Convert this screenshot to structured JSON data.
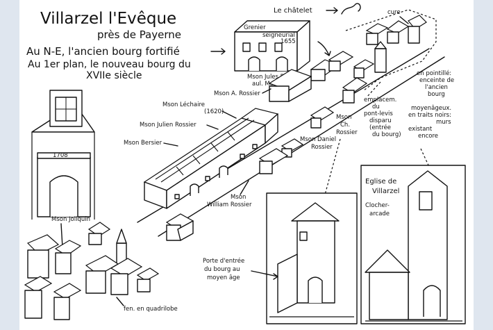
{
  "title": "Villarzel l'Evêque",
  "subtitle": "près de Payerne",
  "intro_line1": "Au N-E, l'ancien bourg fortifié",
  "intro_line2": "Au 1er plan, le nouveau bourg du",
  "intro_line3": "XVIIe siècle",
  "labels": {
    "chatelet": "Le châtelet",
    "cure": "cure",
    "grenier_1": "Grenier",
    "grenier_2": "seigneurial",
    "date_1655": "1655",
    "bize_1": "Mson Jules Bize",
    "bize_2": "aul. Mazt",
    "a_rossier": "Mson A. Rossier",
    "lechaire": "Mson Léchaire",
    "lechaire_date": "(1620)",
    "julien": "Mson Julien Rossier",
    "bersier": "Mson Bersier",
    "ch_rossier_1": "Mson",
    "ch_rossier_2": "Ch.",
    "ch_rossier_3": "Rossier",
    "daniel_1": "Mson Daniel",
    "daniel_2": "Rossier",
    "william_1": "Mson",
    "william_2": "William Rossier",
    "joliquin": "Mson Joliquin",
    "date_1703": "1708",
    "emplacement": [
      "emplacem.",
      "du",
      "pont-levis",
      "disparu",
      "(entrée",
      "du bourg)"
    ],
    "pointille": [
      "en pointillé:",
      "enceinte de",
      "l'ancien",
      "bourg",
      "moyenâgeux.",
      "en traits noirs:",
      "murs",
      "existant",
      "encore"
    ],
    "eglise_1": "Eglise de",
    "eglise_2": "Villarzel",
    "clocher_1": "Clocher-",
    "clocher_2": "arcade",
    "porte_1": "Porte d'entrée",
    "porte_2": "du bourg au",
    "porte_3": "moyen âge",
    "fen": "fen. en quadrilobe"
  }
}
